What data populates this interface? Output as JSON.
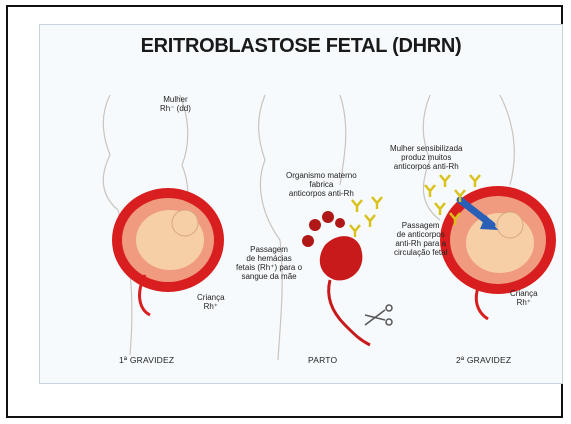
{
  "title": "ERITROBLASTOSE FETAL (DHRN)",
  "labels": {
    "woman_rh_neg": [
      "Mulher",
      "Rh⁻ (dd)"
    ],
    "child1": [
      "Criança",
      "Rh⁺"
    ],
    "organism": [
      "Organismo materno",
      "fabrica",
      "anticorpos anti-Rh"
    ],
    "passage_cells": [
      "Passagem",
      "de hemácias",
      "fetais (Rh⁺) para o",
      "sangue da mãe"
    ],
    "sensitized": [
      "Mulher sensibilizada",
      "produz muitos",
      "anticorpos anti-Rh"
    ],
    "passage_antibodies": [
      "Passagem",
      "de anticorpos",
      "anti-Rh para a",
      "circulação fetal"
    ],
    "child2": [
      "Criança",
      "Rh⁺"
    ]
  },
  "captions": {
    "first": "1ª GRAVIDEZ",
    "birth": "PARTO",
    "second": "2ª GRAVIDEZ"
  },
  "colors": {
    "uterus": "#d81e1e",
    "fetus": "#f6cfa6",
    "antibody": "#d9c21c",
    "arrow": "#2a5fb8",
    "blood_cell": "#b01818"
  }
}
